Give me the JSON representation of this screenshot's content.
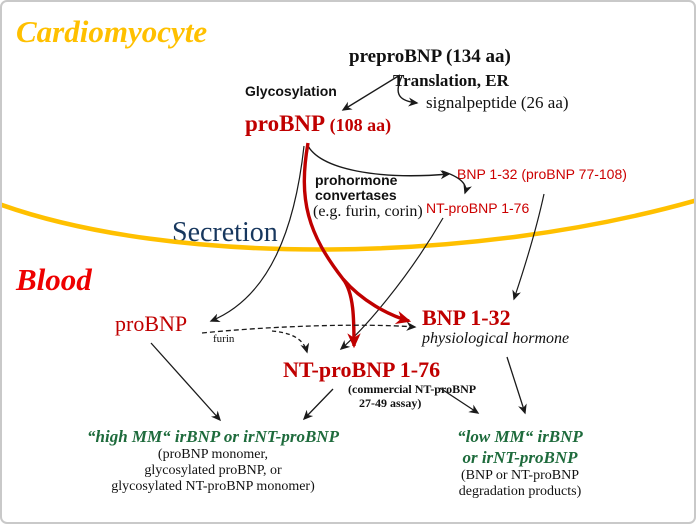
{
  "colors": {
    "gold": "#FFC000",
    "dark_red": "#C00000",
    "bright_red": "#EE0000",
    "sans_red": "#CC0000",
    "navy": "#17375E",
    "green": "#1E6B3C",
    "membrane": "#FFC000"
  },
  "cardiomyocyte": {
    "region_label": "Cardiomyocyte",
    "preprobnp": "preproBNP (134 aa)",
    "translation": "Translation, ER",
    "glycosylation": "Glycosylation",
    "signalpeptide": "signalpeptide (26 aa)",
    "probnp_name": "proBNP",
    "probnp_aa": "(108 aa)",
    "convertases_line1": "prohormone",
    "convertases_line2": "convertases",
    "convertases_eg": "(e.g. furin, corin)",
    "bnp_fragment": "BNP 1-32 (proBNP 77-108)",
    "nt_fragment": "NT-proBNP 1-76"
  },
  "membrane": {
    "secretion_label": "Secretion"
  },
  "blood": {
    "region_label": "Blood",
    "probnp": "proBNP",
    "furin_enzyme": "furin",
    "bnp": "BNP 1-32",
    "bnp_subtitle": "physiological hormone",
    "ntprobnp": "NT-proBNP 1-76",
    "assay_line1": "(commercial NT-proBNP",
    "assay_line2": "27-49 assay)",
    "high_mm": {
      "title": "“high MM“ irBNP or irNT-proBNP",
      "line1": "(proBNP monomer,",
      "line2": "glycosylated proBNP, or",
      "line3": "glycosylated NT-proBNP monomer)"
    },
    "low_mm": {
      "title_line1": "“low MM“ irBNP",
      "title_line2": "or irNT-proBNP",
      "line1": "(BNP or NT-proBNP",
      "line2": "degradation products)"
    }
  }
}
